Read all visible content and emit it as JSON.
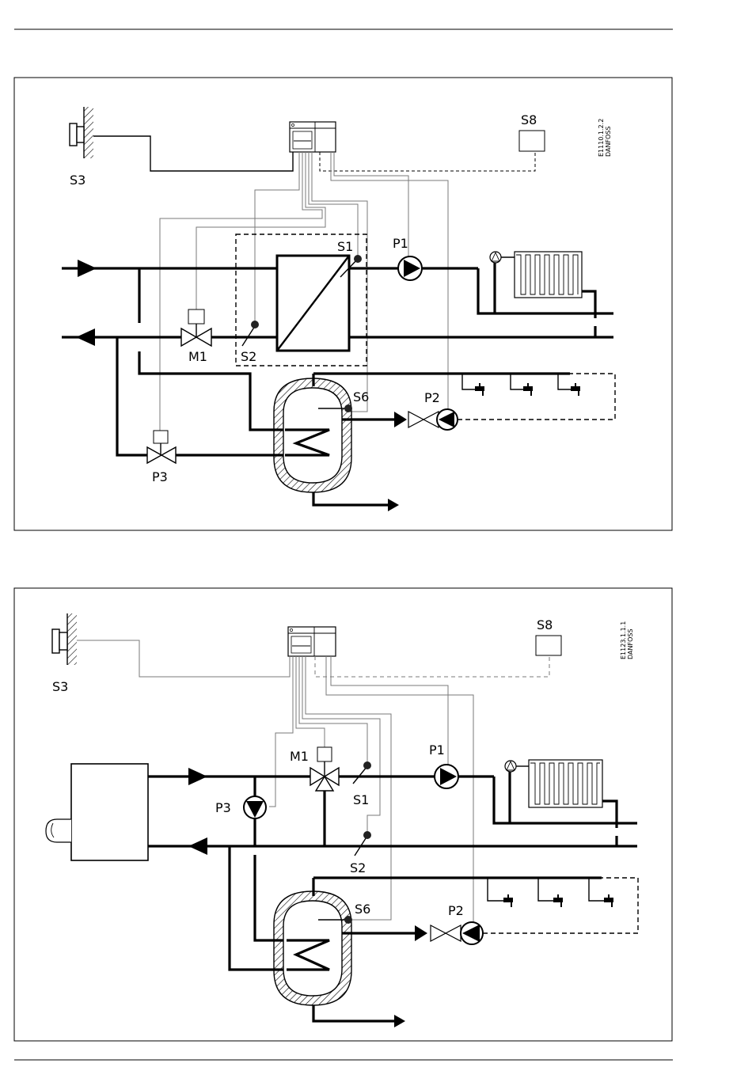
{
  "diagram1": {
    "code": [
      "E1110.1.2.2",
      "DANFOSS"
    ],
    "labels": {
      "S3": "S3",
      "S8": "S8",
      "S1": "S1",
      "P1": "P1",
      "S2": "S2",
      "M1": "M1",
      "S6": "S6",
      "P2": "P2",
      "P3": "P3"
    }
  },
  "diagram2": {
    "code": [
      "E1123.1.1.1",
      "DANFOSS"
    ],
    "labels": {
      "S3": "S3",
      "S8": "S8",
      "M1": "M1",
      "P1": "P1",
      "P3": "P3",
      "S1": "S1",
      "S2": "S2",
      "S6": "S6",
      "P2": "P2"
    }
  },
  "colors": {
    "line": "#000000",
    "signal": "#7a7a7a",
    "background": "#ffffff"
  },
  "icons": [
    "controller-icon",
    "outdoor-sensor-icon",
    "room-panel-icon",
    "heat-exchanger-icon",
    "pump-icon",
    "valve-icon",
    "radiator-icon",
    "tap-icon",
    "boiler-icon",
    "tank-icon",
    "sensor-dot-icon",
    "flow-arrow-icon"
  ]
}
